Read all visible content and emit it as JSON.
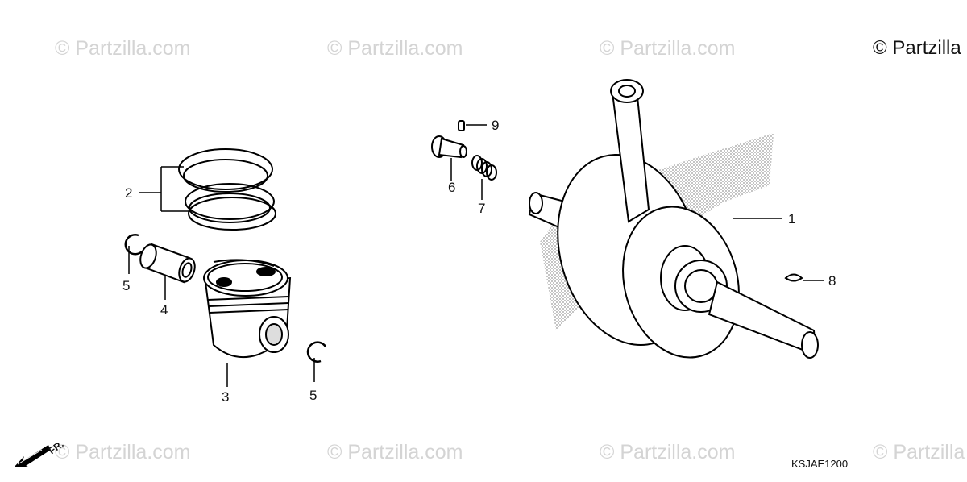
{
  "watermarks": {
    "top": [
      "© Partzilla.com",
      "© Partzilla.com",
      "© Partzilla.com",
      "© Partzilla"
    ],
    "bottom": [
      "© Partzilla.com",
      "© Partzilla.com",
      "© Partzilla.com",
      "© Partzilla"
    ]
  },
  "callouts": [
    "1",
    "2",
    "3",
    "4",
    "5",
    "5",
    "6",
    "7",
    "8",
    "9"
  ],
  "diagram_code": "KSJAE1200",
  "direction_label": "FR."
}
